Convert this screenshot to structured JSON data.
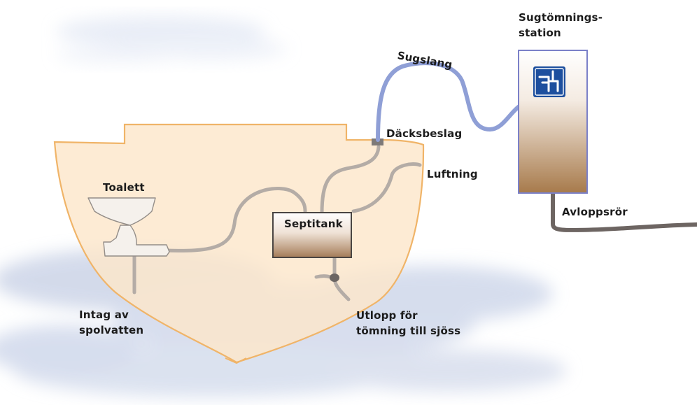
{
  "labels": {
    "toilet": "Toalett",
    "flush_intake_line1": "Intag av",
    "flush_intake_line2": "spolvatten",
    "septic_tank": "Septitank",
    "deck_fitting": "Däcksbeslag",
    "vent": "Luftning",
    "suction_hose": "Sugslang",
    "pumpout_station_line1": "Sugtömnings-",
    "pumpout_station_line2": "station",
    "sewer_pipe": "Avloppsrör",
    "outlet_line1": "Utlopp för",
    "outlet_line2": "tömning till sjöss"
  },
  "icons": {
    "station_symbol": "pump-out-station-icon"
  },
  "colors": {
    "hull_fill": "#fce6cb",
    "hull_stroke": "#f0b468",
    "pipe_gray": "#b4aca6",
    "suction_hose_blue": "#8f9fd6",
    "sewer_pipe_dark": "#6d6562",
    "station_border": "#7b80c8",
    "station_gradient_bottom": "#a77a4b",
    "tank_gradient_bottom": "#a57c58",
    "sign_blue": "#1d4f9e",
    "water_blue": "#c9d2e6"
  }
}
